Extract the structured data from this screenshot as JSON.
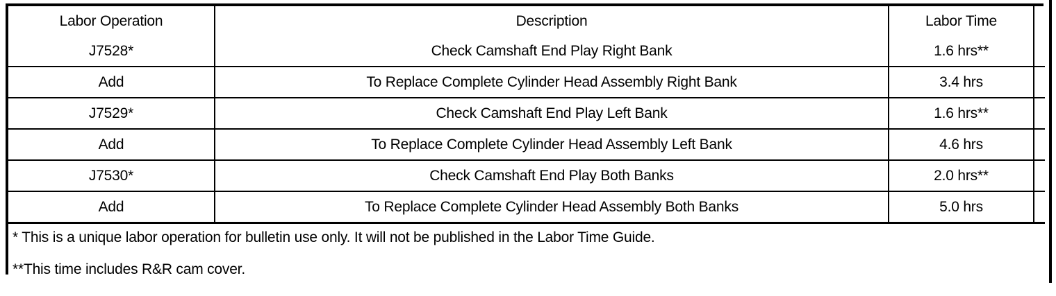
{
  "table": {
    "headers": {
      "labor_operation": "Labor Operation",
      "description": "Description",
      "labor_time": "Labor Time",
      "blank": ""
    },
    "rows": [
      {
        "labor_operation": "J7528*",
        "description": "Check Camshaft End Play Right Bank",
        "labor_time": "1.6 hrs**",
        "blank": ""
      },
      {
        "labor_operation": "Add",
        "description": "To Replace Complete Cylinder Head Assembly Right Bank",
        "labor_time": "3.4 hrs",
        "blank": ""
      },
      {
        "labor_operation": "J7529*",
        "description": "Check Camshaft End Play Left Bank",
        "labor_time": "1.6 hrs**",
        "blank": ""
      },
      {
        "labor_operation": "Add",
        "description": "To Replace Complete Cylinder Head Assembly Left Bank",
        "labor_time": "4.6 hrs",
        "blank": ""
      },
      {
        "labor_operation": "J7530*",
        "description": "Check Camshaft End Play Both Banks",
        "labor_time": "2.0 hrs**",
        "blank": ""
      },
      {
        "labor_operation": "Add",
        "description": "To Replace Complete Cylinder Head Assembly Both Banks",
        "labor_time": "5.0 hrs",
        "blank": ""
      }
    ],
    "notes": {
      "single_asterisk": "* This is a unique labor operation for bulletin use only. It will not be published in the Labor Time Guide.",
      "double_asterisk": "**This time includes R&R cam cover."
    }
  },
  "colors": {
    "border": "#000000",
    "text": "#000000",
    "background": "#ffffff"
  }
}
